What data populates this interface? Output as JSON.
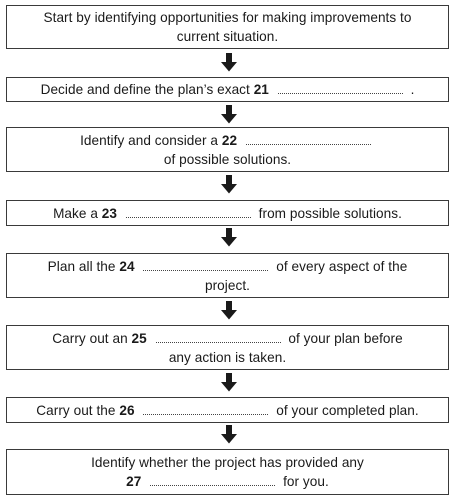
{
  "steps": [
    {
      "lines": [
        {
          "text": "Start by identifying opportunities for making improvements to"
        },
        {
          "text": "current situation."
        }
      ]
    },
    {
      "lines": [
        {
          "before": "Decide and define the plan’s exact",
          "num": "21",
          "after": "."
        }
      ]
    },
    {
      "lines": [
        {
          "before": "Identify and consider a",
          "num": "22",
          "after": ""
        },
        {
          "text": "of possible solutions."
        }
      ]
    },
    {
      "lines": [
        {
          "before": "Make a",
          "num": "23",
          "after": "from possible solutions."
        }
      ]
    },
    {
      "lines": [
        {
          "before": "Plan all the",
          "num": "24",
          "after": "of every aspect of the"
        },
        {
          "text": "project."
        }
      ]
    },
    {
      "lines": [
        {
          "before": "Carry out an",
          "num": "25",
          "after": "of your plan before"
        },
        {
          "text": "any action is taken."
        }
      ]
    },
    {
      "lines": [
        {
          "before": "Carry out the",
          "num": "26",
          "after": "of your completed plan."
        }
      ]
    },
    {
      "lines": [
        {
          "text": "Identify whether the project has provided any"
        },
        {
          "before": "",
          "num": "27",
          "after": "for you."
        }
      ]
    }
  ],
  "colors": {
    "border": "#3a3a3a",
    "arrow": "#1a1a1a",
    "text": "#1a1a1a"
  },
  "icons": {
    "connector": "down-arrow-icon"
  }
}
